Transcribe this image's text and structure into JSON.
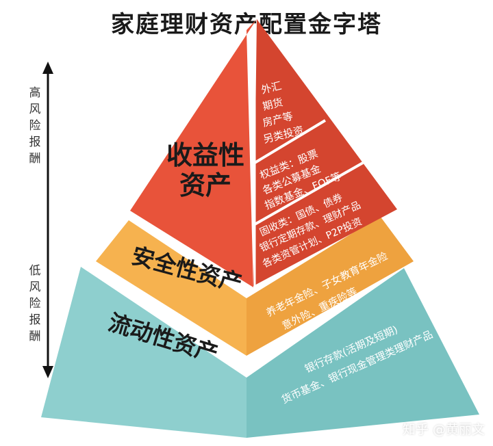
{
  "title": "家庭理财资产配置金字塔",
  "axis": {
    "top_label": [
      "高",
      "风",
      "险",
      "报",
      "酬"
    ],
    "bottom_label": [
      "低",
      "风",
      "险",
      "报",
      "酬"
    ]
  },
  "layers": {
    "top": {
      "name_lines": [
        "收益性",
        "资产"
      ],
      "boxes": [
        {
          "lines": [
            "外汇",
            "期货",
            "房产等",
            "另类投资"
          ]
        },
        {
          "lines": [
            "权益类：股票",
            "各类公募基金",
            "指数基金、FOF等"
          ]
        },
        {
          "lines": [
            "固收类：国债、债券",
            "银行定期存款、理财产品",
            "各类资管计划、P2P投资"
          ]
        }
      ]
    },
    "middle": {
      "name": "安全性资产",
      "lines": [
        "养老年金险、子女教育年金险",
        "意外险、重疾险等"
      ]
    },
    "bottom": {
      "name": "流动性资产",
      "lines": [
        "银行存款(活期及短期)",
        "货币基金、银行现金管理类理财产品"
      ]
    }
  },
  "watermark": "知乎 @黄丽文",
  "colors": {
    "red": "#e8533a",
    "red_dark": "#d4452f",
    "orange": "#f6b24f",
    "orange_dark": "#eea23f",
    "teal": "#8ecfce",
    "teal_dark": "#79c2c1"
  }
}
